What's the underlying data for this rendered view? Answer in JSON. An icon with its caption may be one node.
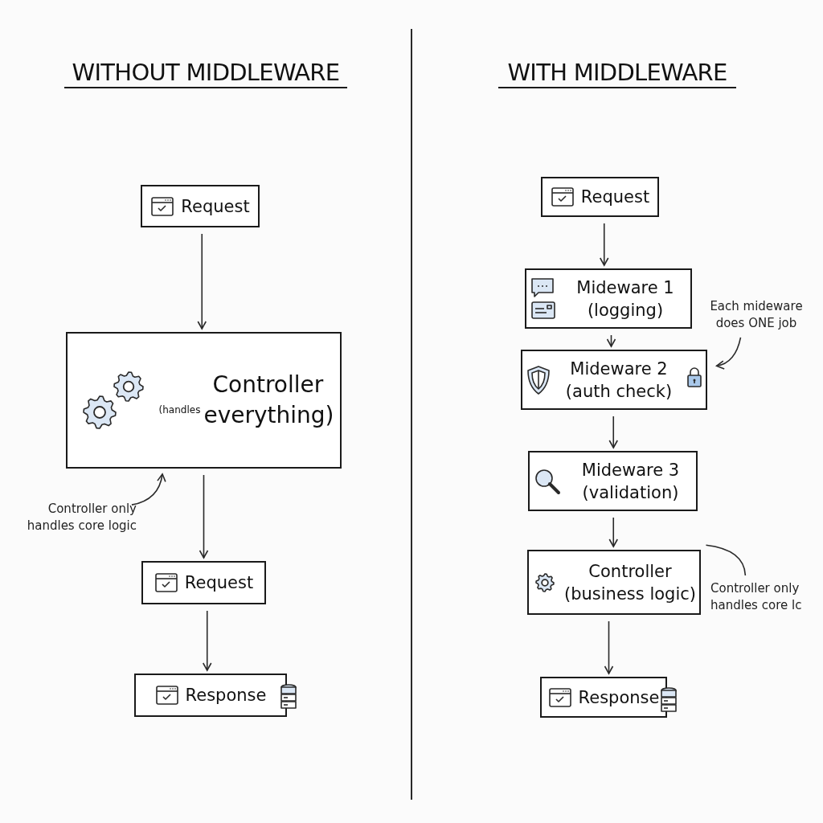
{
  "diagram": {
    "nodes": [
      {
        "text": [
          "Request"
        ]
      },
      {
        "text": [
          "(handles",
          "Controller everything)"
        ]
      },
      {
        "text": [
          "Controller only handles core logic"
        ]
      },
      {
        "text": [
          "Request"
        ]
      },
      {
        "text": [
          "Response"
        ]
      },
      {
        "text": [
          "Request"
        ]
      },
      {
        "text": [
          "Mideware 1 (logging)"
        ]
      },
      {
        "text": [
          "Mideware 2 (auth check)"
        ]
      },
      {
        "text": [
          "Each mideware does ONE job"
        ]
      },
      {
        "text": [
          "Mideware 3 (validation)"
        ]
      },
      {
        "text": [
          "Controller (business logic)"
        ]
      },
      {
        "text": [
          "Controller only handles core lc"
        ]
      },
      {
        "text": [
          "Response"
        ]
      }
    ],
    "edges": [
      {
        "from": 0,
        "to": 1,
        "arrow": "to"
      },
      {
        "from": 1,
        "to": 3,
        "arrow": "to"
      },
      {
        "from": 3,
        "to": 4,
        "arrow": "to"
      },
      {
        "from": 2,
        "to": 1,
        "arrow": "to"
      },
      {
        "from": 5,
        "to": 6,
        "arrow": "to"
      },
      {
        "from": 6,
        "to": 7,
        "arrow": "to"
      },
      {
        "from": 7,
        "to": 9,
        "arrow": "to"
      },
      {
        "from": 9,
        "to": 10,
        "arrow": "to"
      },
      {
        "from": 10,
        "to": 12,
        "arrow": "to"
      },
      {
        "from": 8,
        "to": 7,
        "arrow": "to"
      },
      {
        "from": 11,
        "to": 10,
        "arrow": "none"
      }
    ],
    "labels": [
      "WITHOUT MIDDLEWARE",
      "WITH MIDDLEWARE"
    ]
  }
}
